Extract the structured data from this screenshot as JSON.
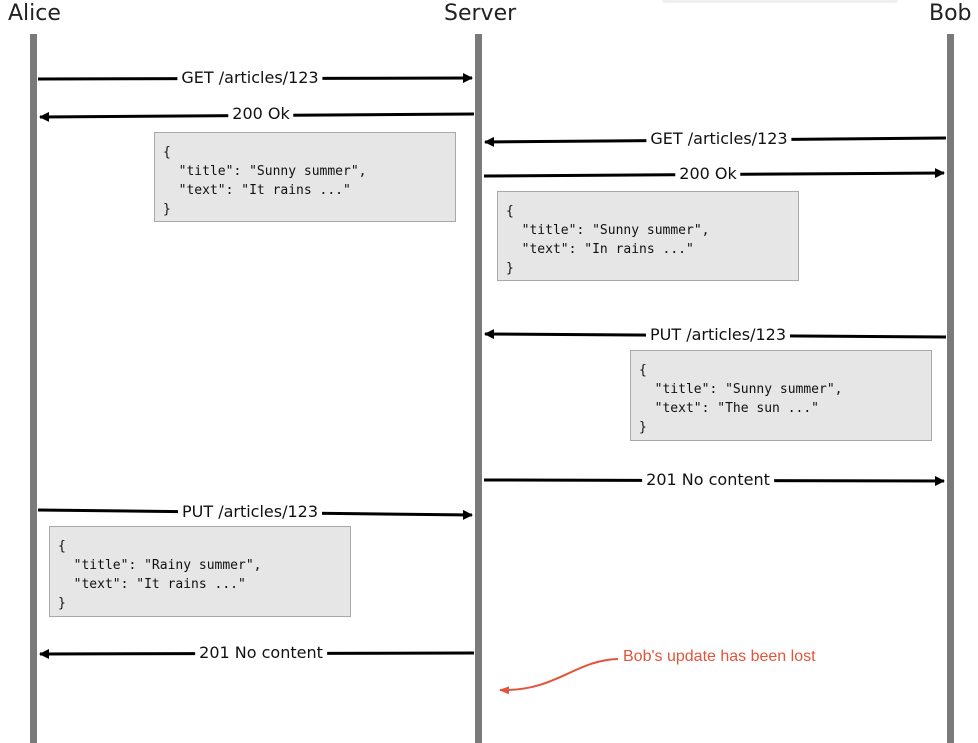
{
  "actors": {
    "alice": "Alice",
    "server": "Server",
    "bob": "Bob"
  },
  "messages": {
    "m1": "GET /articles/123",
    "m2": "200 Ok",
    "m3": "GET /articles/123",
    "m4": "200 Ok",
    "m5": "PUT /articles/123",
    "m6": "201 No content",
    "m7": "PUT /articles/123",
    "m8": "201 No content"
  },
  "payloads": {
    "alice_get_response": [
      "{",
      "  \"title\": \"Sunny summer\",",
      "  \"text\": \"It rains ...\"",
      "}"
    ],
    "bob_get_response": [
      "{",
      "  \"title\": \"Sunny summer\",",
      "  \"text\": \"In rains ...\"",
      "}"
    ],
    "bob_put_body": [
      "{",
      "  \"title\": \"Sunny summer\",",
      "  \"text\": \"The sun ...\"",
      "}"
    ],
    "alice_put_body": [
      "{",
      "  \"title\": \"Rainy summer\",",
      "  \"text\": \"It rains ...\"",
      "}"
    ]
  },
  "annotation": {
    "text": "Bob's update has been lost"
  },
  "colors": {
    "lifeline": "#7a7a7a",
    "arrow": "#000000",
    "payload_bg": "#e6e6e6",
    "annotation": "#e2553a"
  }
}
